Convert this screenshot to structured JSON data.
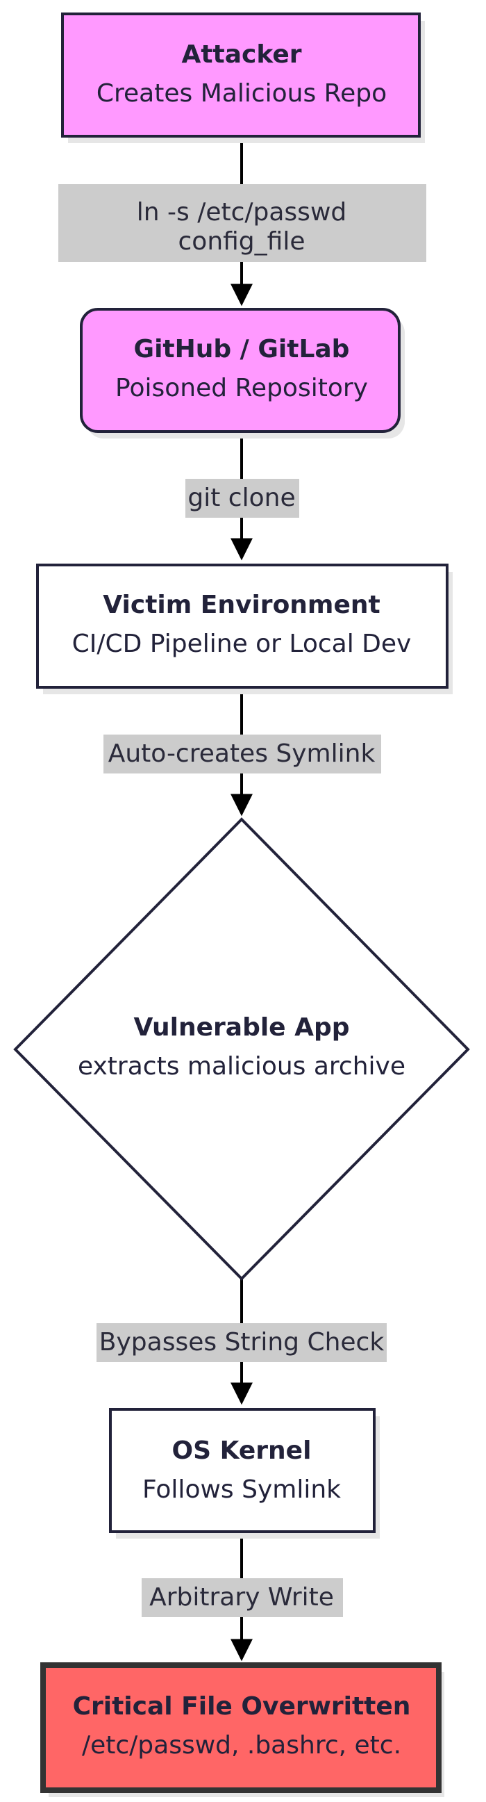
{
  "nodes": [
    {
      "id": "attacker",
      "title": "Attacker",
      "subtitle": "Creates Malicious Repo",
      "fill": "#ff99ff"
    },
    {
      "id": "repo",
      "title": "GitHub / GitLab",
      "subtitle": "Poisoned Repository",
      "fill": "#ff99ff"
    },
    {
      "id": "victim",
      "title": "Victim Environment",
      "subtitle": "CI/CD Pipeline or Local Dev",
      "fill": "#ffffff"
    },
    {
      "id": "app",
      "title": "Vulnerable App",
      "subtitle": "extracts malicious archive",
      "fill": "#ffffff"
    },
    {
      "id": "kernel",
      "title": "OS Kernel",
      "subtitle": "Follows Symlink",
      "fill": "#ffffff"
    },
    {
      "id": "critical",
      "title": "Critical File Overwritten",
      "subtitle": "/etc/passwd, .bashrc, etc.",
      "fill": "#ff6666"
    }
  ],
  "edges": [
    {
      "from": "attacker",
      "to": "repo",
      "label_lines": [
        "ln -s /etc/passwd",
        "config_file"
      ]
    },
    {
      "from": "repo",
      "to": "victim",
      "label_lines": [
        "git clone"
      ]
    },
    {
      "from": "victim",
      "to": "app",
      "label_lines": [
        "Auto-creates Symlink"
      ]
    },
    {
      "from": "app",
      "to": "kernel",
      "label_lines": [
        "Bypasses String Check"
      ]
    },
    {
      "from": "kernel",
      "to": "critical",
      "label_lines": [
        "Arbitrary Write"
      ]
    }
  ],
  "colors": {
    "stroke": "#22223a",
    "label_bg": "#cccccc",
    "shadow": "#e6e6e6"
  }
}
